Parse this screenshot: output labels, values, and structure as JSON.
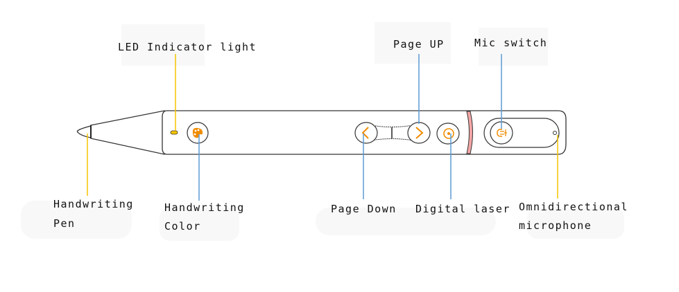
{
  "title": "Smart presenter pen diagram",
  "colors": {
    "outline": "#333333",
    "accent_orange": "#f08c00",
    "led_yellow": "#f5c400",
    "callout_yellow": "#f5c400",
    "callout_blue": "#5b9bd5",
    "band_pink": "#f4a6a6"
  },
  "labels": {
    "led": "LED Indicator light",
    "page_up": "Page UP",
    "mic_switch": "Mic switch",
    "pen_line1": "Handwriting",
    "pen_line2": "Pen",
    "color_line1": "Handwriting",
    "color_line2": "Color",
    "page_down": "Page Down",
    "laser": "Digital laser",
    "mic_line1": "Omnidirectional",
    "mic_line2": "microphone"
  },
  "icons": {
    "palette": "palette-icon",
    "prev": "chevron-left-icon",
    "next": "chevron-right-icon",
    "laser": "laser-target-icon",
    "mic": "microphone-icon"
  }
}
